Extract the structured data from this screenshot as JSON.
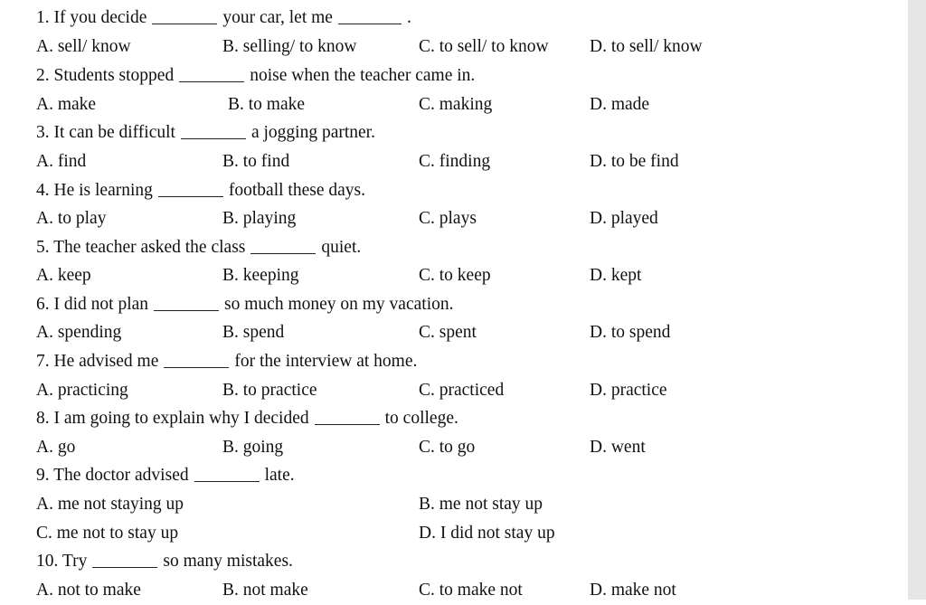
{
  "questions": [
    {
      "parts": [
        "1. If you decide",
        "your car, let me",
        "."
      ],
      "options": [
        "A. sell/ know",
        "B. selling/ to know",
        "C. to sell/ to know",
        "D. to sell/ know"
      ]
    },
    {
      "parts": [
        "2. Students stopped",
        "noise when the teacher came in."
      ],
      "options": [
        "A. make",
        "B. to make",
        "C. making",
        "D. made"
      ]
    },
    {
      "parts": [
        "3. It can be difficult",
        "a jogging partner."
      ],
      "options": [
        "A. find",
        "B. to find",
        "C. finding",
        "D. to be find"
      ]
    },
    {
      "parts": [
        "4. He is learning",
        "football these days."
      ],
      "options": [
        "A. to play",
        "B. playing",
        "C. plays",
        "D. played"
      ]
    },
    {
      "parts": [
        "5. The teacher asked the class",
        "quiet."
      ],
      "options": [
        "A. keep",
        "B. keeping",
        "C. to keep",
        "D. kept"
      ]
    },
    {
      "parts": [
        "6. I did not plan",
        "so much money on my vacation."
      ],
      "options": [
        "A. spending",
        "B. spend",
        "C. spent",
        "D. to spend"
      ]
    },
    {
      "parts": [
        "7. He advised me",
        "for the interview at home."
      ],
      "options": [
        "A. practicing",
        "B. to practice",
        "C. practiced",
        "D. practice"
      ]
    },
    {
      "parts": [
        "8. I am going to explain why I decided",
        "to college."
      ],
      "options": [
        "A. go",
        "B. going",
        "C. to go",
        "D. went"
      ]
    },
    {
      "parts": [
        "9. The doctor advised",
        "late."
      ],
      "options": [
        "A. me not staying up",
        "B. me not stay up",
        "C. me not to stay up",
        "D. I did not stay up"
      ]
    },
    {
      "parts": [
        "10. Try",
        "so many mistakes."
      ],
      "options": [
        "A. not to make",
        "B. not make",
        "C. to make not",
        "D. make not"
      ]
    }
  ]
}
